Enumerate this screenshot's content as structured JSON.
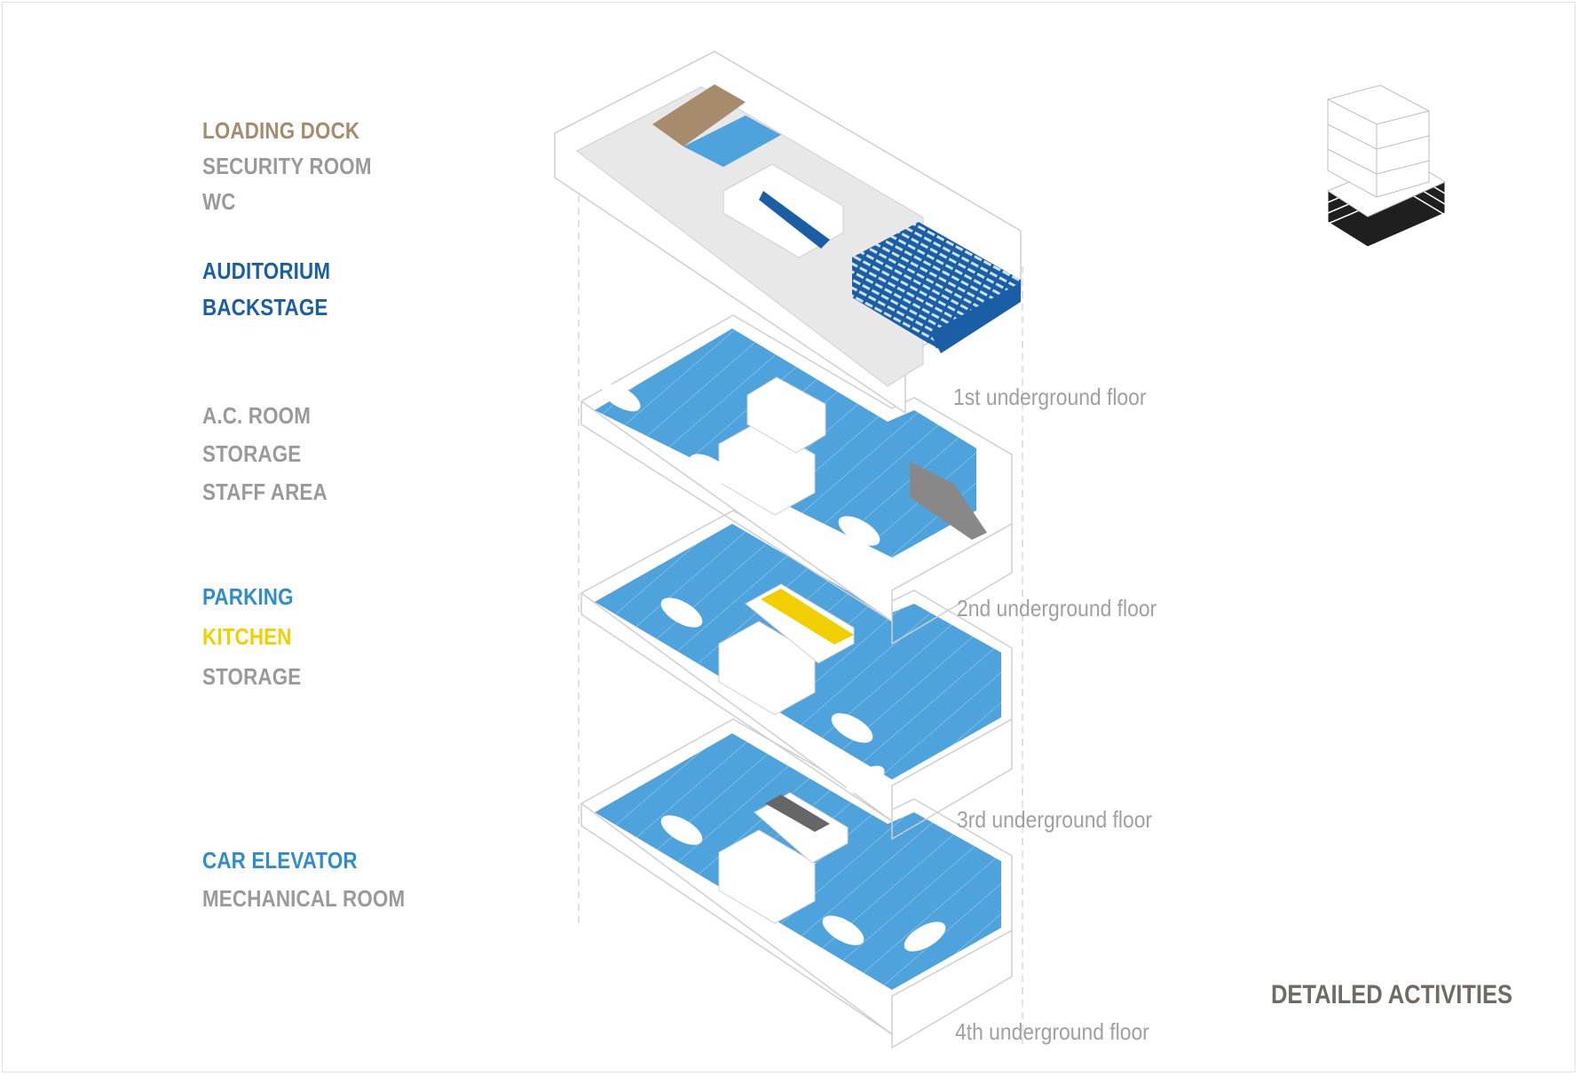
{
  "colors": {
    "loading_dock": "#a68b6d",
    "auditorium": "#1a5fa6",
    "parking": "#2e8dcc",
    "kitchen": "#f2cf00",
    "gray_text": "#9a9a9a",
    "floor_plate": "#4fa3dc",
    "title": "#6f6a66"
  },
  "legend": [
    {
      "id": "loading-dock",
      "text": "LOADING DOCK",
      "color_key": "loading_dock"
    },
    {
      "id": "security-room",
      "text": "SECURITY ROOM",
      "color_key": "gray_text"
    },
    {
      "id": "wc",
      "text": "WC",
      "color_key": "gray_text"
    },
    {
      "id": "auditorium",
      "text": "AUDITORIUM",
      "color_key": "auditorium"
    },
    {
      "id": "backstage",
      "text": "BACKSTAGE",
      "color_key": "auditorium"
    },
    {
      "id": "ac-room",
      "text": "A.C. ROOM",
      "color_key": "gray_text"
    },
    {
      "id": "storage-1",
      "text": "STORAGE",
      "color_key": "gray_text"
    },
    {
      "id": "staff-area",
      "text": "STAFF AREA",
      "color_key": "gray_text"
    },
    {
      "id": "parking",
      "text": "PARKING",
      "color_key": "parking"
    },
    {
      "id": "kitchen",
      "text": "KITCHEN",
      "color_key": "kitchen"
    },
    {
      "id": "storage-2",
      "text": "STORAGE",
      "color_key": "gray_text"
    },
    {
      "id": "car-elevator",
      "text": "CAR ELEVATOR",
      "color_key": "parking"
    },
    {
      "id": "mechanical-room",
      "text": "MECHANICAL ROOM",
      "color_key": "gray_text"
    }
  ],
  "floors": [
    {
      "id": "floor-1",
      "label": "1st underground floor"
    },
    {
      "id": "floor-2",
      "label": "2nd underground floor"
    },
    {
      "id": "floor-3",
      "label": "3rd underground floor"
    },
    {
      "id": "floor-4",
      "label": "4th underground floor"
    }
  ],
  "title": "DETAILED ACTIVITIES"
}
